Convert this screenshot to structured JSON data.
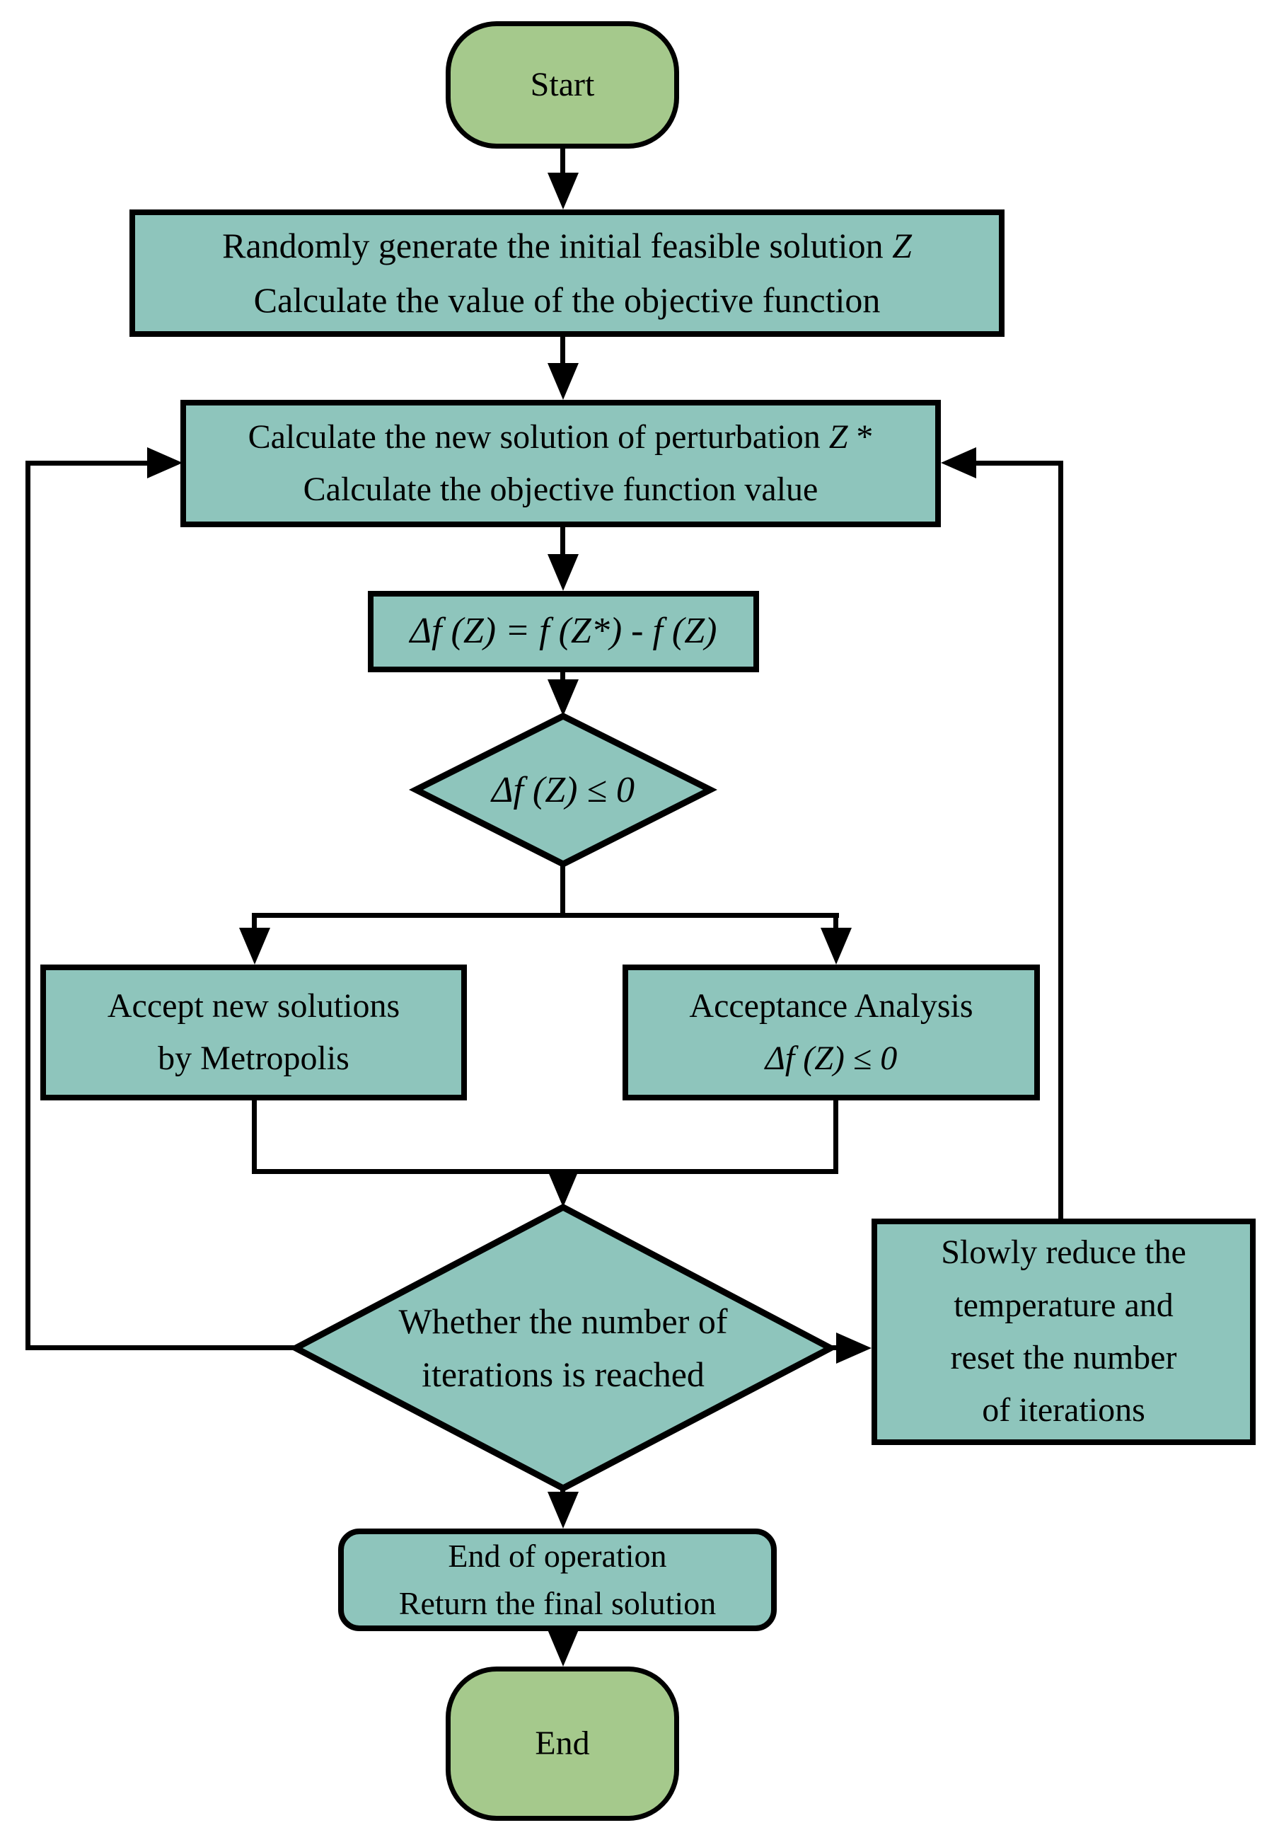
{
  "colors": {
    "teal": "#8ec5bc",
    "green": "#a5c98c",
    "ink": "#000000",
    "paper": "#ffffff"
  },
  "nodes": {
    "start": {
      "label": "Start"
    },
    "init": {
      "line1": "Randomly generate the initial feasible solution ",
      "line1_var": "Z",
      "line2": "Calculate the value of the objective function"
    },
    "perturb": {
      "line1": "Calculate the new solution of perturbation ",
      "line1_var": "Z",
      "line1_suffix": " *",
      "line2": "Calculate the objective function value"
    },
    "formula": {
      "label": "Δf (Z) = f (Z*) - f (Z)"
    },
    "decision1": {
      "label": "Δf (Z) ≤ 0"
    },
    "metropolis": {
      "line1": "Accept new solutions",
      "line2": "by Metropolis"
    },
    "acceptance": {
      "line1": "Acceptance Analysis",
      "line2": "Δf (Z) ≤ 0"
    },
    "decision2": {
      "line1": "Whether the number of",
      "line2": "iterations is reached"
    },
    "cooling": {
      "line1": "Slowly reduce the",
      "line2": "temperature and",
      "line3": "reset the number",
      "line4": "of iterations"
    },
    "finish": {
      "line1": "End of operation",
      "line2": "Return the final solution"
    },
    "end": {
      "label": "End"
    }
  }
}
